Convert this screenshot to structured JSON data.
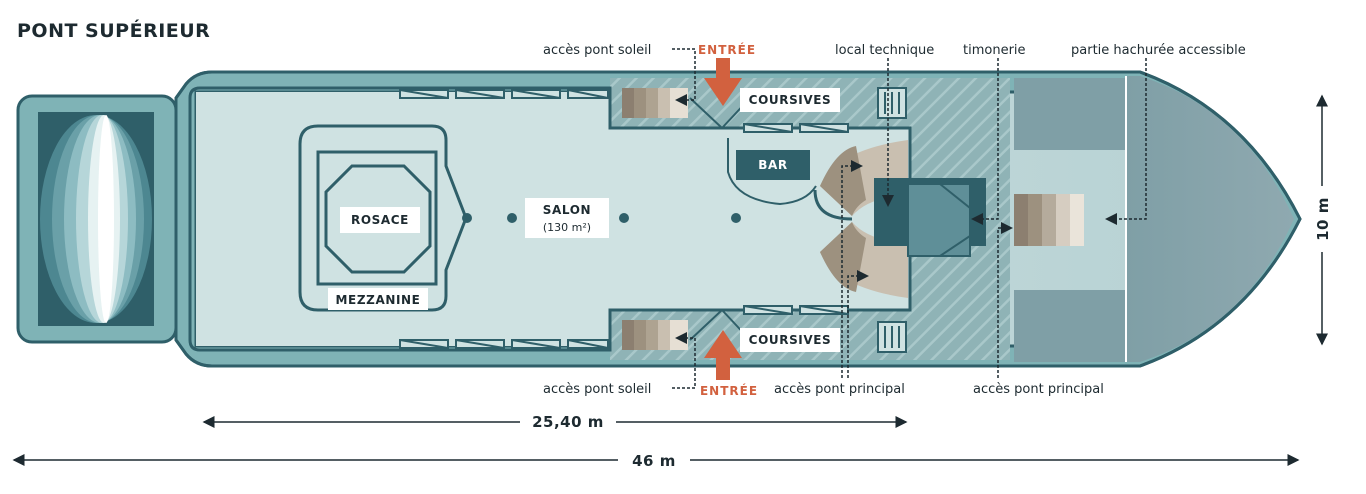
{
  "title": "PONT SUPÉRIEUR",
  "labels": {
    "acces_pont_soleil_top": "accès pont soleil",
    "entree_top": "ENTRÉE",
    "local_technique": "local technique",
    "timonerie": "timonerie",
    "partie_hachuree": "partie hachurée accessible",
    "coursives_top": "COURSIVES",
    "coursives_bottom": "COURSIVES",
    "bar": "BAR",
    "salon": "SALON",
    "salon_area": "(130 m²)",
    "rosace": "ROSACE",
    "mezzanine": "MEZZANINE",
    "acces_pont_soleil_bottom": "accès pont soleil",
    "entree_bottom": "ENTRÉE",
    "acces_pont_principal_1": "accès pont principal",
    "acces_pont_principal_2": "accès pont principal"
  },
  "dimensions": {
    "salon_length": "25,40 m",
    "total_length": "46 m",
    "width": "10 m"
  },
  "colors": {
    "hull_dark": "#2f5f69",
    "hull_mid": "#7fb3b6",
    "deck_light": "#cfe2e2",
    "stern_block": "#7f9fa6",
    "accent_entree": "#d2613f",
    "text": "#1d2a30"
  }
}
